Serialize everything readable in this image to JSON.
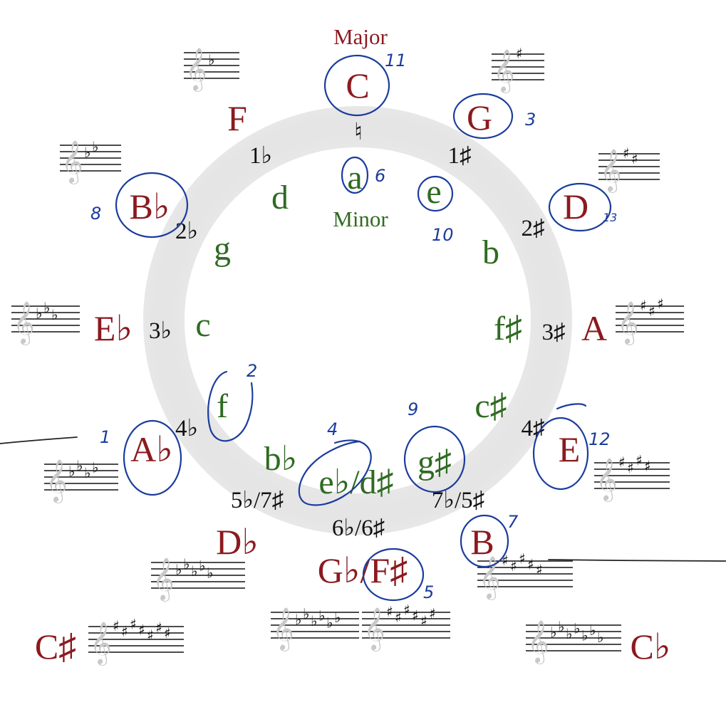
{
  "headers": {
    "major": "Major",
    "minor": "Minor"
  },
  "majors": [
    {
      "id": "c",
      "label": "C"
    },
    {
      "id": "g",
      "label": "G"
    },
    {
      "id": "d",
      "label": "D"
    },
    {
      "id": "a",
      "label": "A"
    },
    {
      "id": "e",
      "label": "E"
    },
    {
      "id": "b",
      "label": "B"
    },
    {
      "id": "gb-fs",
      "label": "G♭/F♯"
    },
    {
      "id": "db",
      "label": "D♭"
    },
    {
      "id": "ab",
      "label": "A♭"
    },
    {
      "id": "eb",
      "label": "E♭"
    },
    {
      "id": "bb",
      "label": "B♭"
    },
    {
      "id": "f",
      "label": "F"
    },
    {
      "id": "cs",
      "label": "C♯"
    },
    {
      "id": "cb",
      "label": "C♭"
    }
  ],
  "minors": [
    {
      "id": "a",
      "label": "a"
    },
    {
      "id": "e",
      "label": "e"
    },
    {
      "id": "b",
      "label": "b"
    },
    {
      "id": "fs",
      "label": "f♯"
    },
    {
      "id": "cs",
      "label": "c♯"
    },
    {
      "id": "gs",
      "label": "g♯"
    },
    {
      "id": "eb-ds",
      "label": "e♭/d♯"
    },
    {
      "id": "bb",
      "label": "b♭"
    },
    {
      "id": "f",
      "label": "f"
    },
    {
      "id": "c",
      "label": "c"
    },
    {
      "id": "g",
      "label": "g"
    },
    {
      "id": "d",
      "label": "d"
    }
  ],
  "accidentals": [
    {
      "id": "natural",
      "label": "♮"
    },
    {
      "id": "1s",
      "label": "1♯"
    },
    {
      "id": "2s",
      "label": "2♯"
    },
    {
      "id": "3s",
      "label": "3♯"
    },
    {
      "id": "4s",
      "label": "4♯"
    },
    {
      "id": "7b-5s",
      "label": "7♭/5♯"
    },
    {
      "id": "6b-6s",
      "label": "6♭/6♯"
    },
    {
      "id": "5b-7s",
      "label": "5♭/7♯"
    },
    {
      "id": "4b",
      "label": "4♭"
    },
    {
      "id": "3b",
      "label": "3♭"
    },
    {
      "id": "2b",
      "label": "2♭"
    },
    {
      "id": "1b",
      "label": "1♭"
    }
  ],
  "annotations": [
    "11",
    "6",
    "3",
    "10",
    "13",
    "8",
    "1",
    "2",
    "4",
    "9",
    "12",
    "7",
    "5"
  ],
  "staves": [
    {
      "id": "f",
      "symbol": "♭",
      "count": 1
    },
    {
      "id": "g",
      "symbol": "♯",
      "count": 1
    },
    {
      "id": "bb",
      "symbol": "♭",
      "count": 2
    },
    {
      "id": "d",
      "symbol": "♯",
      "count": 2
    },
    {
      "id": "eb",
      "symbol": "♭",
      "count": 3
    },
    {
      "id": "a",
      "symbol": "♯",
      "count": 3
    },
    {
      "id": "ab",
      "symbol": "♭",
      "count": 4
    },
    {
      "id": "e",
      "symbol": "♯",
      "count": 4
    },
    {
      "id": "db",
      "symbol": "♭",
      "count": 5
    },
    {
      "id": "b",
      "symbol": "♯",
      "count": 5
    },
    {
      "id": "gb",
      "symbol": "♭",
      "count": 6
    },
    {
      "id": "fs",
      "symbol": "♯",
      "count": 6
    },
    {
      "id": "cs",
      "symbol": "♯",
      "count": 7
    },
    {
      "id": "cb",
      "symbol": "♭",
      "count": 7
    }
  ],
  "colors": {
    "major": "#8b1a1f",
    "minor": "#2f6b22",
    "accidentals": "#111111",
    "ring": "#e6e6e6",
    "ink": "#1b3c9c"
  }
}
